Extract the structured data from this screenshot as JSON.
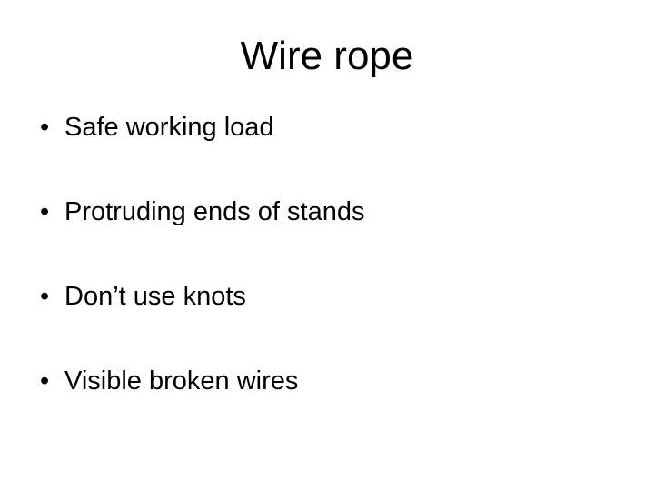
{
  "slide": {
    "title": "Wire rope",
    "background_color": "#ffffff",
    "text_color": "#000000",
    "bullet_glyph": "•",
    "bullets": [
      {
        "text": "Safe working load"
      },
      {
        "text": "Protruding ends of stands"
      },
      {
        "text": "Don’t use knots"
      },
      {
        "text": "Visible broken wires"
      }
    ]
  }
}
